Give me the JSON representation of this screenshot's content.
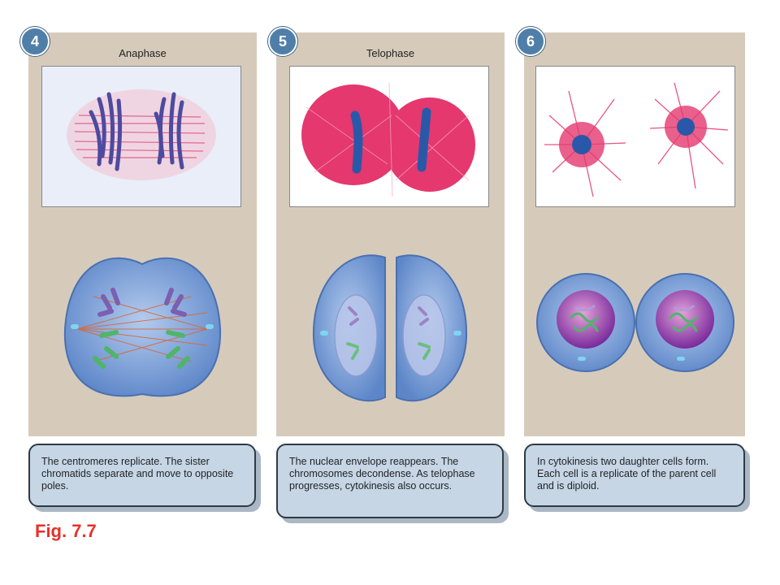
{
  "panels": [
    {
      "number": "4",
      "title": "Anaphase",
      "caption": "The centromeres replicate. The sister chromatids separate and move to opposite poles."
    },
    {
      "number": "5",
      "title": "Telophase",
      "caption": "The nuclear envelope reappears. The chromosomes decondense. As telophase progresses, cytokinesis also occurs."
    },
    {
      "number": "6",
      "title": "",
      "caption": "In cytokinesis two daughter cells form. Each cell is a replicate of the parent cell and is diploid."
    }
  ],
  "figure_label": "Fig. 7.7",
  "colors": {
    "panel_bg": "#d6cbbb",
    "badge": "#4f7fa8",
    "caption_bg": "#c7d6e4",
    "figure_label": "#e8302a",
    "cell_blue": "#6f95d2",
    "stain_pink": "#e0306a"
  }
}
